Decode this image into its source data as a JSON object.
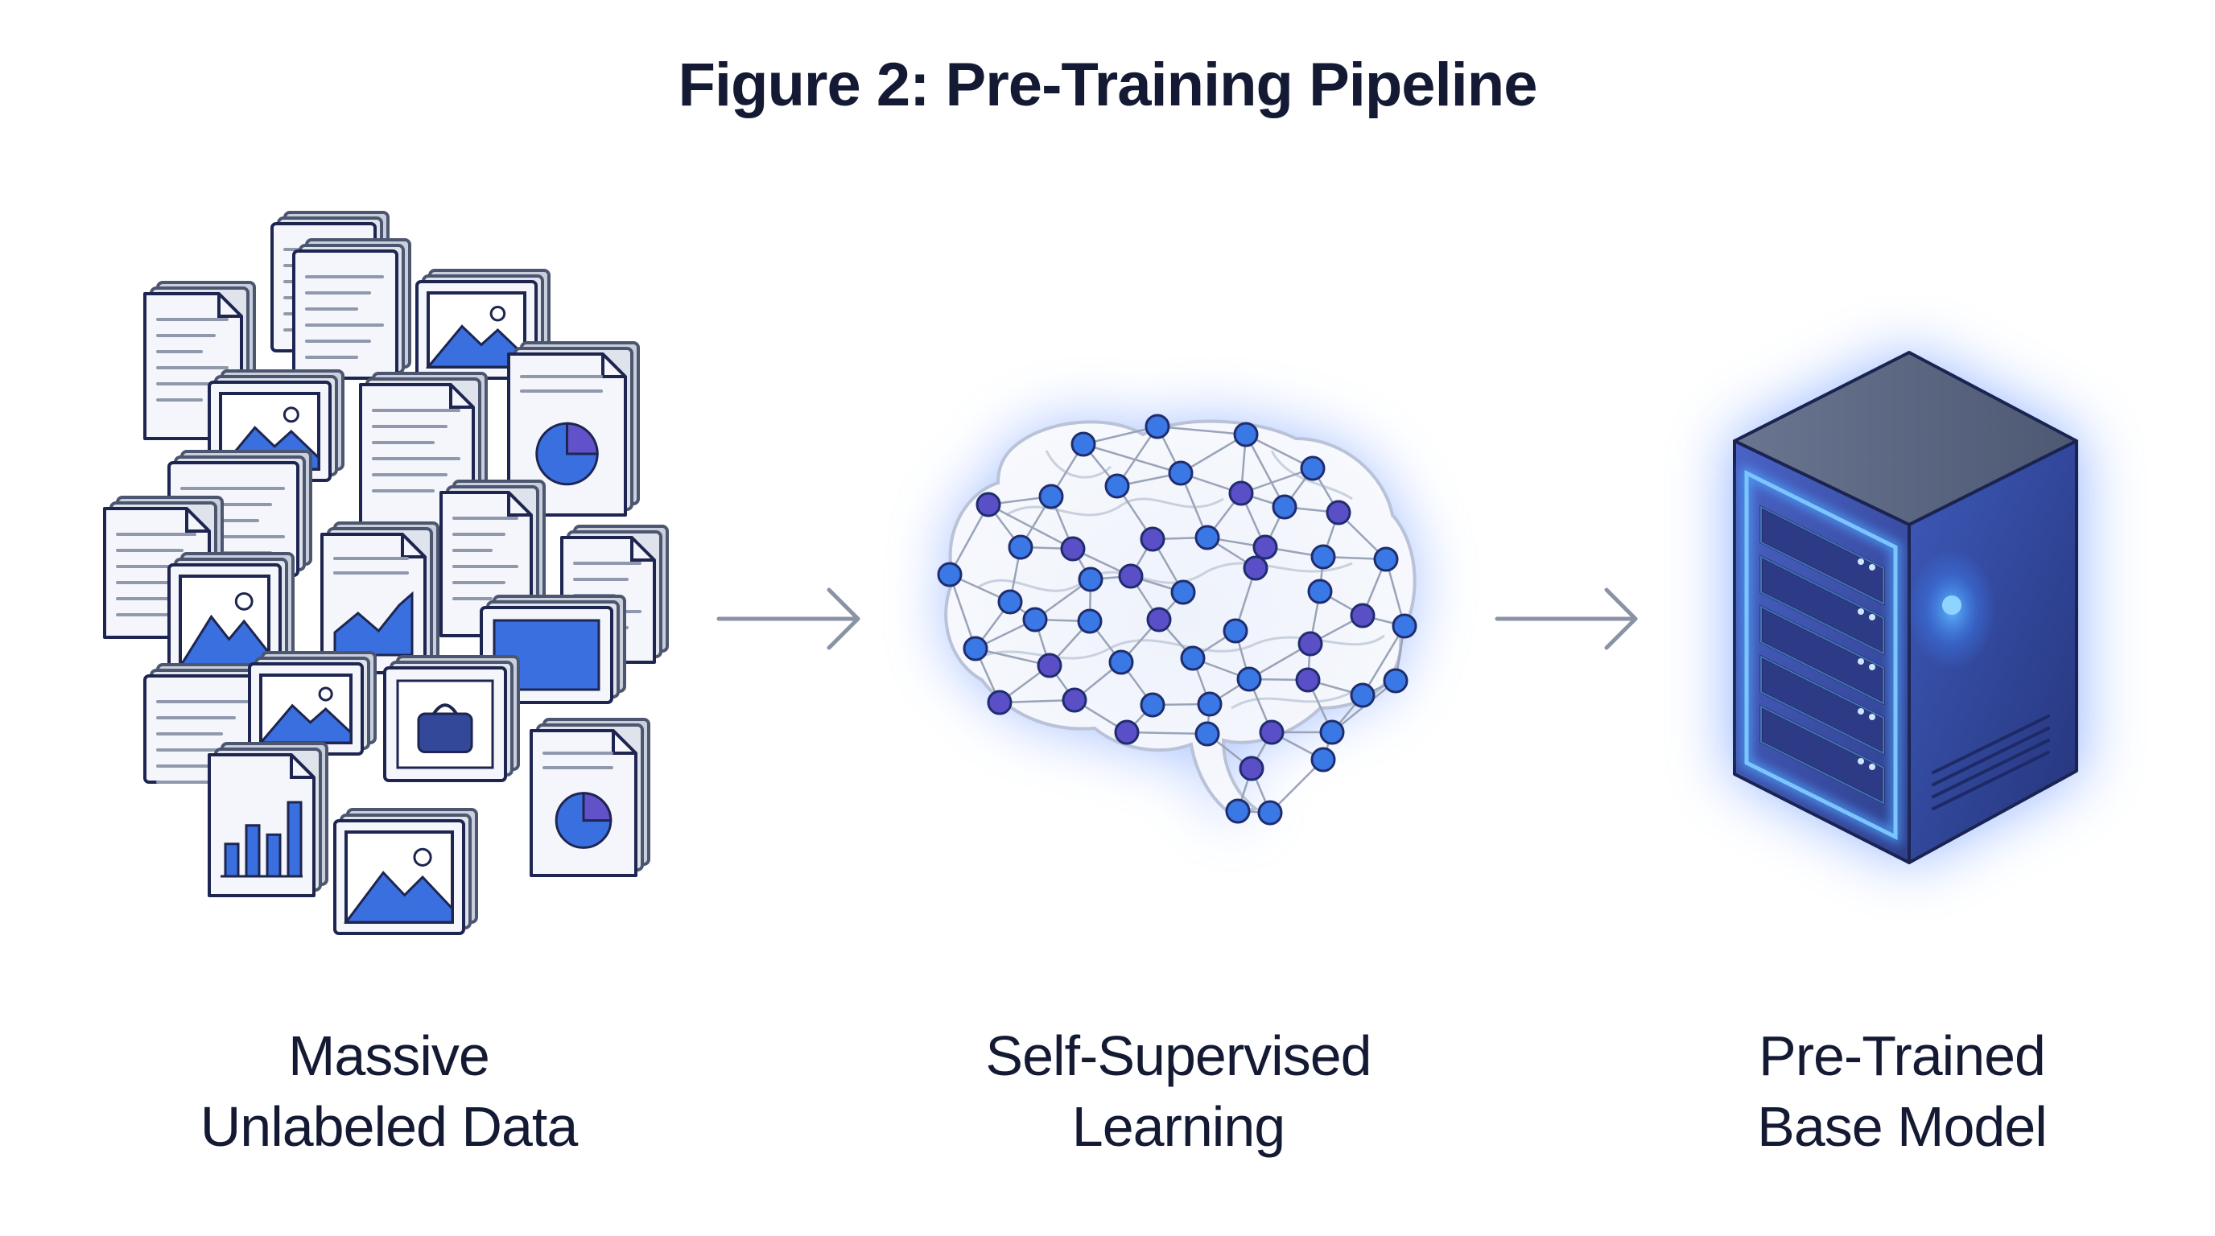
{
  "title": "Figure 2: Pre-Training Pipeline",
  "stages": [
    {
      "line1": "Massive",
      "line2": "Unlabeled Data",
      "icon": "document-pile-icon"
    },
    {
      "line1": "Self-Supervised",
      "line2": "Learning",
      "icon": "neural-brain-icon"
    },
    {
      "line1": "Pre-Trained",
      "line2": "Base Model",
      "icon": "server-icon"
    }
  ],
  "colors": {
    "text": "#141a33",
    "accent_blue": "#3a6fe0",
    "accent_purple": "#5b4fc8",
    "arrow": "#8a92a6",
    "server_body": "#3b4f9c",
    "glow": "#4a7dff"
  }
}
